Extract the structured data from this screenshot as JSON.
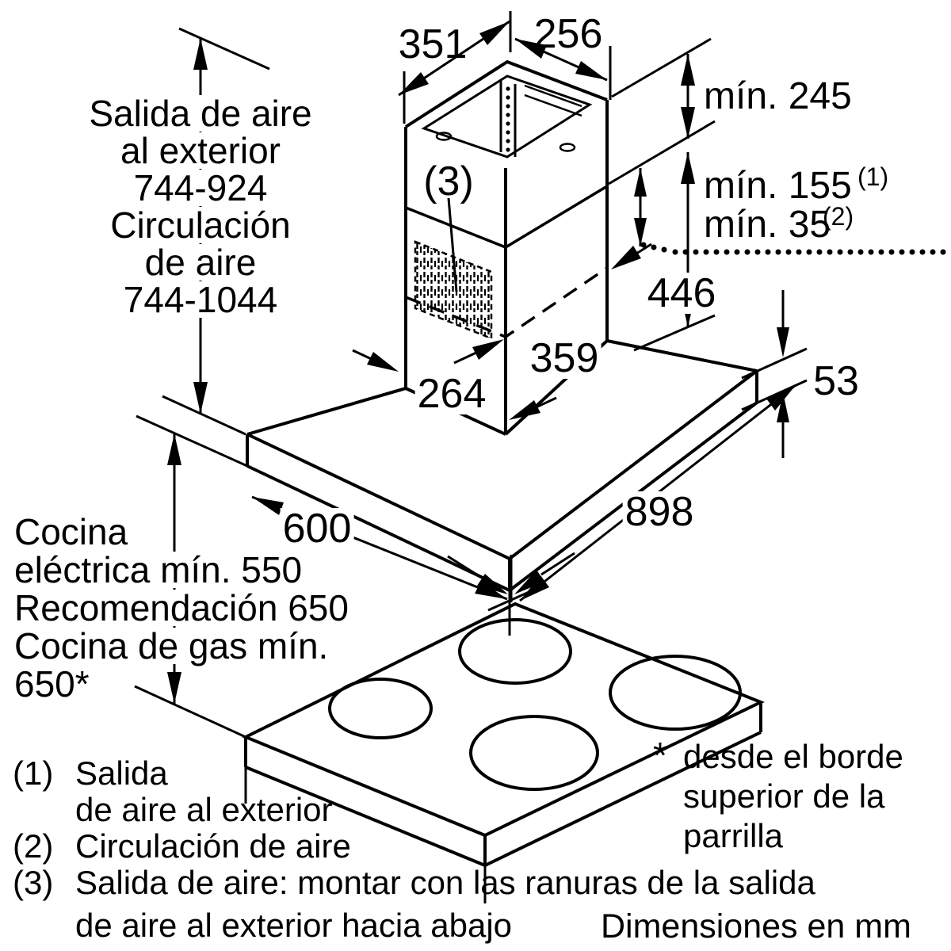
{
  "diagram": {
    "dims": {
      "top_width": "351",
      "top_depth": "256",
      "min_top": "mín. 245",
      "min_duct": "mín. 155",
      "min_duct_sup": "(1)",
      "min_recirc": "mín. 35",
      "min_recirc_sup": "(2)",
      "lower_section": "446",
      "body_width": "359",
      "body_depth": "264",
      "canopy_thickness": "53",
      "canopy_width": "898",
      "canopy_depth": "600",
      "vent_ref": "(3)"
    },
    "height_note": {
      "lines": [
        "Salida de aire",
        "al exterior",
        "744-924",
        "Circulación",
        "de aire",
        "744-1044"
      ]
    },
    "clearance_note": {
      "lines": [
        "Cocina",
        "eléctrica mín. 550",
        "Recomendación 650",
        "Cocina de gas mín.",
        "650*"
      ]
    },
    "footnotes": {
      "f1_marker": "(1)",
      "f1_line1": "Salida",
      "f1_line2": "de aire al exterior",
      "f2_marker": "(2)",
      "f2_text": "Circulación de aire",
      "f3_marker": "(3)",
      "f3_line1": "Salida de aire: montar con las ranuras de la salida",
      "f3_line2": "de aire al exterior hacia abajo"
    },
    "star_note": {
      "marker": "*",
      "lines": [
        "desde el borde",
        "superior de la",
        "parrilla"
      ]
    },
    "units_note": "Dimensiones en mm",
    "ink_color": "#000000",
    "paper_color": "#ffffff"
  }
}
